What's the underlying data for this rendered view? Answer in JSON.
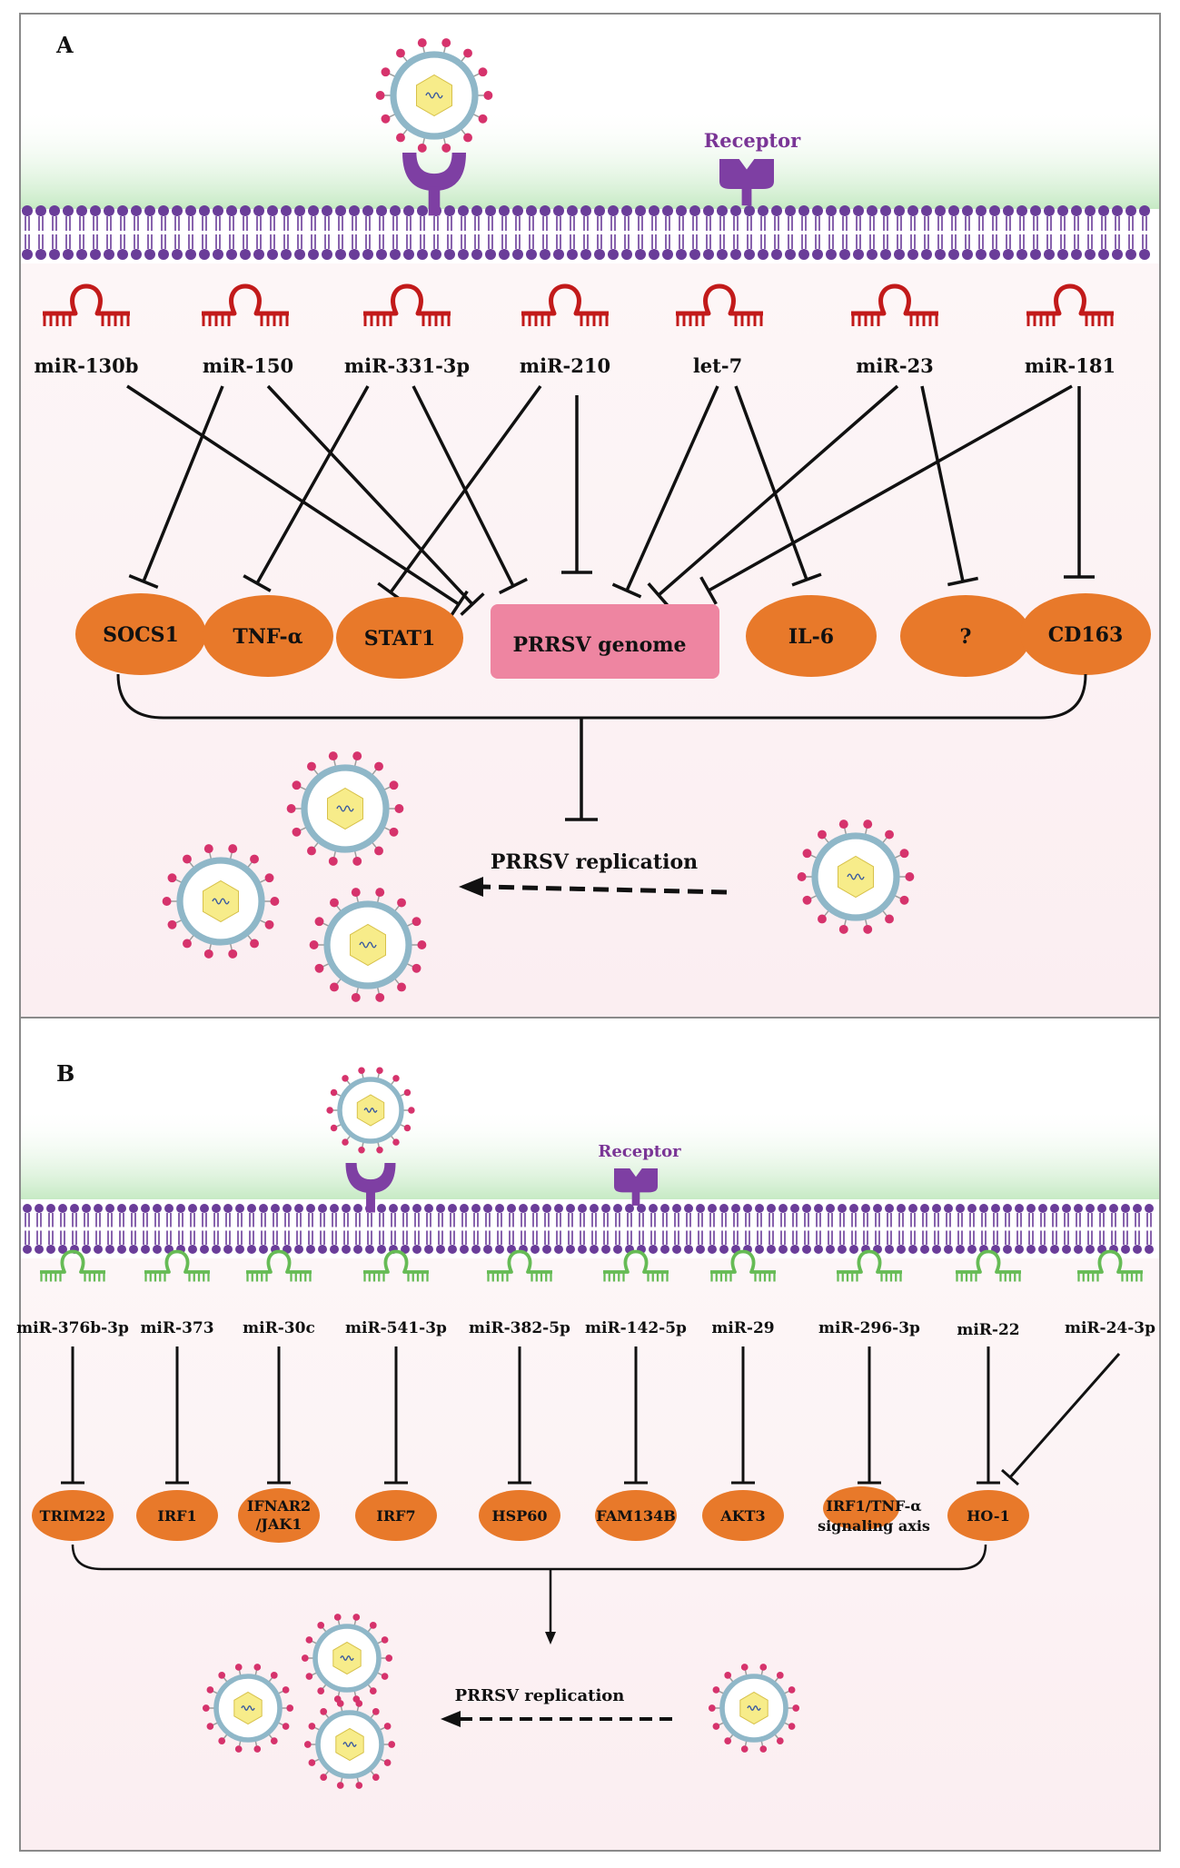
{
  "colors": {
    "frame": "#8a8a8a",
    "membrane_glow": "#cdeccc",
    "cytoplasm": "#fbf0f2",
    "lipid": "#6a3d99",
    "receptor": "#7e3fa3",
    "mirna_a": "#c21a1a",
    "mirna_b": "#66bb55",
    "target_fill": "#e8792a",
    "genome_fill": "#ee85a1",
    "virus_ring": "#8fb7c8",
    "virus_spike": "#d6336c",
    "virus_core": "#f7ec8a",
    "receptor_label": "#7a3596"
  },
  "panel_a": {
    "label": "A",
    "receptor_label": "Receptor",
    "mirnas": [
      "miR-130b",
      "miR-150",
      "miR-331-3p",
      "miR-210",
      "let-7",
      "miR-23",
      "miR-181"
    ],
    "targets": [
      "SOCS1",
      "TNF-α",
      "STAT1",
      "IL-6",
      "?",
      "CD163"
    ],
    "genome_label": "PRRSV genome",
    "replication_label": "PRRSV replication"
  },
  "panel_b": {
    "label": "B",
    "receptor_label": "Receptor",
    "mirnas": [
      "miR-376b-3p",
      "miR-373",
      "miR-30c",
      "miR-541-3p",
      "miR-382-5p",
      "miR-142-5p",
      "miR-29",
      "miR-296-3p",
      "miR-22",
      "miR-24-3p"
    ],
    "targets": [
      {
        "line1": "TRIM22",
        "line2": ""
      },
      {
        "line1": "IRF1",
        "line2": ""
      },
      {
        "line1": "IFNAR2",
        "line2": "/JAK1"
      },
      {
        "line1": "IRF7",
        "line2": ""
      },
      {
        "line1": "HSP60",
        "line2": ""
      },
      {
        "line1": "FAM134B",
        "line2": ""
      },
      {
        "line1": "AKT3",
        "line2": ""
      },
      {
        "line1": "IRF1/TNF-α",
        "line2": "signaling axis"
      },
      {
        "line1": "HO-1",
        "line2": ""
      }
    ],
    "replication_label": "PRRSV replication"
  }
}
